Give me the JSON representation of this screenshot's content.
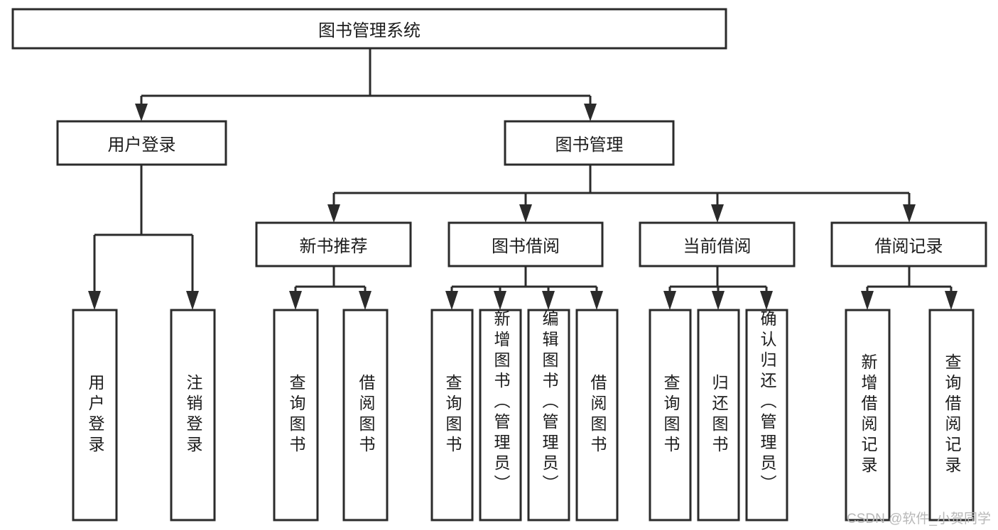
{
  "diagram": {
    "type": "tree-hierarchy-chart",
    "title": "图书管理系统",
    "watermark": "CSDN @软件_小贺同学",
    "nodes": {
      "root": {
        "label": "图书管理系统",
        "level": 0
      },
      "level2": [
        {
          "id": "user-login",
          "label": "用户登录"
        },
        {
          "id": "book-manage",
          "label": "图书管理"
        }
      ],
      "level3": [
        {
          "id": "new-book-rec",
          "label": "新书推荐",
          "parent": "book-manage"
        },
        {
          "id": "book-borrow",
          "label": "图书借阅",
          "parent": "book-manage"
        },
        {
          "id": "current-borrow",
          "label": "当前借阅",
          "parent": "book-manage"
        },
        {
          "id": "borrow-record",
          "label": "借阅记录",
          "parent": "book-manage"
        }
      ],
      "leaves": [
        {
          "id": "leaf-user-login",
          "label": "用户登录",
          "parent": "user-login"
        },
        {
          "id": "leaf-user-logout",
          "label": "注销登录",
          "parent": "user-login"
        },
        {
          "id": "leaf-query-book-1",
          "label": "查询图书",
          "parent": "new-book-rec"
        },
        {
          "id": "leaf-borrow-book-1",
          "label": "借阅图书",
          "parent": "new-book-rec"
        },
        {
          "id": "leaf-query-book-2",
          "label": "查询图书",
          "parent": "book-borrow"
        },
        {
          "id": "leaf-add-book",
          "label": "新增图书（管理员）",
          "parent": "book-borrow"
        },
        {
          "id": "leaf-edit-book",
          "label": "编辑图书（管理员）",
          "parent": "book-borrow"
        },
        {
          "id": "leaf-borrow-book-2",
          "label": "借阅图书",
          "parent": "book-borrow"
        },
        {
          "id": "leaf-query-book-3",
          "label": "查询图书",
          "parent": "current-borrow"
        },
        {
          "id": "leaf-return-book",
          "label": "归还图书",
          "parent": "current-borrow"
        },
        {
          "id": "leaf-confirm-return",
          "label": "确认归还（管理员）",
          "parent": "current-borrow"
        },
        {
          "id": "leaf-add-record",
          "label": "新增借阅记录",
          "parent": "borrow-record"
        },
        {
          "id": "leaf-query-record",
          "label": "查询借阅记录",
          "parent": "borrow-record"
        }
      ]
    },
    "colors": {
      "box_fill": "#ffffff",
      "box_stroke": "#2b2b2b",
      "text": "#1c1c1c",
      "watermark": "#b8b8b8",
      "background": "#ffffff"
    }
  }
}
